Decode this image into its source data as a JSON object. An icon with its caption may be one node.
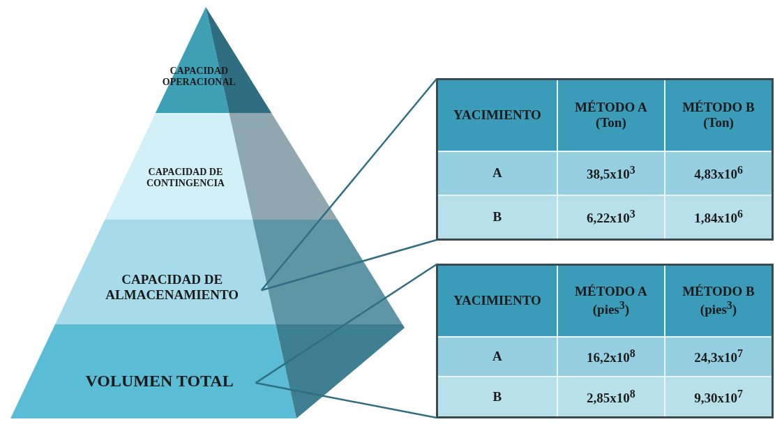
{
  "diagram": {
    "nodes": [
      {
        "text": [
          "CAPACIDAD OPERACIONAL"
        ]
      },
      {
        "text": [
          "CAPACIDAD DE CONTINGENCIA"
        ]
      },
      {
        "text": [
          "CAPACIDAD DE ALMACENAMIENTO"
        ]
      },
      {
        "text": [
          "VOLUMEN TOTAL"
        ]
      },
      {
        "text": [
          "YACIMIENTO",
          "MÉTODO A (Ton)",
          "MÉTODO B (Ton)",
          "A",
          "38,5x10$^{3}$",
          "4,83x10$^{6}$",
          "B",
          "6,22x10$^{3}$",
          "1,84x10$^{6}$"
        ]
      },
      {
        "text": [
          "YACIMIENTO",
          "MÉTODO A (pies$^{3}$)",
          "MÉTODO B (pies$^{3}$)",
          "A",
          "16,2x10$^{8}$",
          "24,3x10$^{7}$",
          "B",
          "2,85x10$^{8}$",
          "9,30x10$^{7}$"
        ]
      }
    ],
    "edges": [
      {
        "from": 2,
        "to": 4,
        "arrow": "none"
      },
      {
        "from": 2,
        "to": 4,
        "arrow": "none"
      },
      {
        "from": 3,
        "to": 5,
        "arrow": "none"
      },
      {
        "from": 3,
        "to": 5,
        "arrow": "none"
      }
    ]
  }
}
